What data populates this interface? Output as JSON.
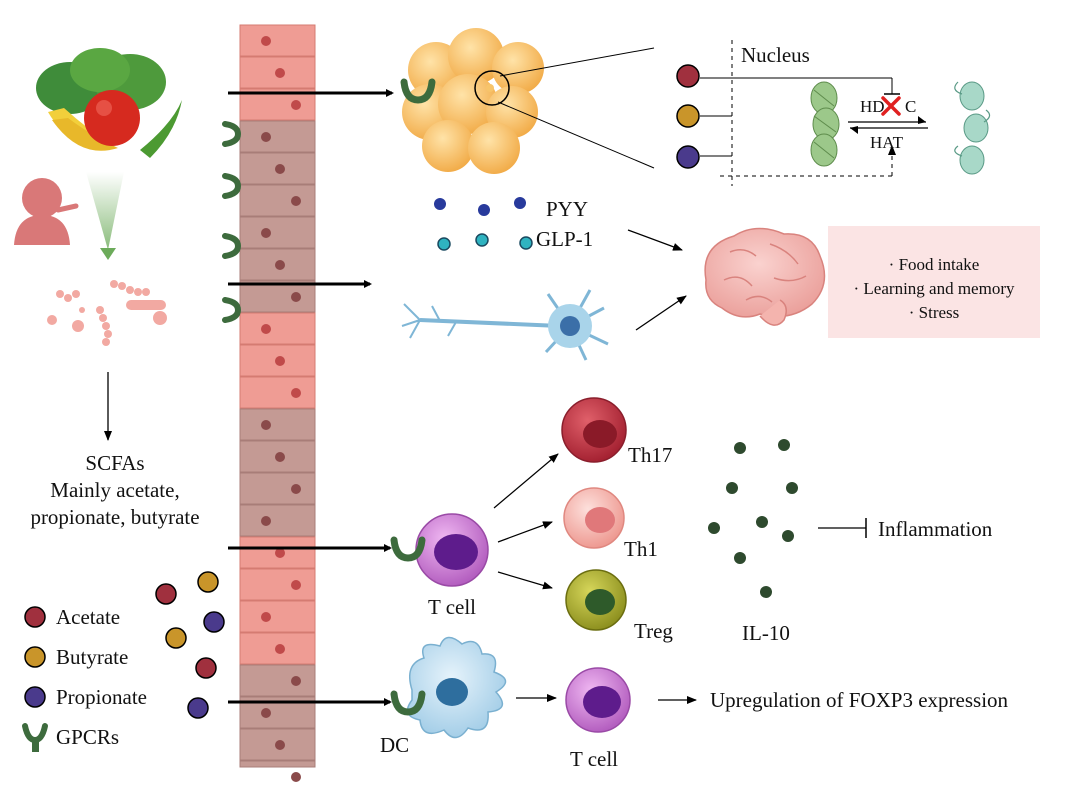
{
  "labels": {
    "nucleus": "Nucleus",
    "hdac_left": "HD",
    "hdac_right": "C",
    "hat": "HAT",
    "pyy": "PYY",
    "glp1": "GLP-1",
    "effects": [
      "· Food intake",
      "· Learning and memory",
      "· Stress"
    ],
    "scfas": [
      "SCFAs",
      "Mainly acetate,",
      "propionate, butyrate"
    ],
    "th17": "Th17",
    "th1": "Th1",
    "treg": "Treg",
    "t_cell_1": "T cell",
    "il10": "IL-10",
    "inflammation": "Inflammation",
    "dc": "DC",
    "t_cell_2": "T cell",
    "foxp3": "Upregulation of FOXP3 expression"
  },
  "legend": [
    {
      "label": "Acetate",
      "color": "#a0303e",
      "icon": "circle"
    },
    {
      "label": "Butyrate",
      "color": "#c9952a",
      "icon": "circle"
    },
    {
      "label": "Propionate",
      "color": "#4a3a8c",
      "icon": "circle"
    },
    {
      "label": "GPCRs",
      "color": "#3d6b3d",
      "icon": "y-receptor"
    }
  ],
  "colors": {
    "acetate": "#a0303e",
    "butyrate": "#c9952a",
    "propionate": "#4a3a8c",
    "gpcr": "#3d6b3d",
    "effects_box": "#fbe4e4",
    "th17": "#b8323f",
    "th1": "#f2a9a2",
    "treg": "#a3a52e",
    "tcell": "#b45fc0"
  }
}
